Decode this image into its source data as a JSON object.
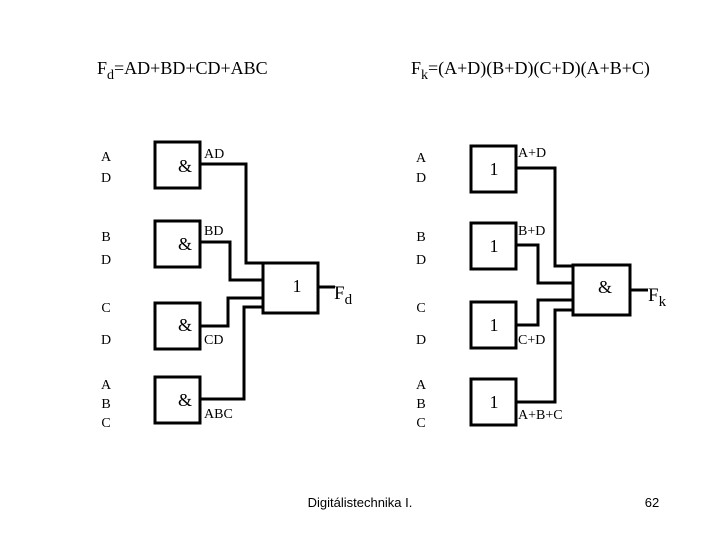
{
  "formulas": {
    "fd": {
      "main": "F",
      "sub": "d",
      "rest": "=AD+BD+CD+ABC"
    },
    "fk": {
      "main": "F",
      "sub": "k",
      "rest": "=(A+D)(B+D)(C+D)(A+B+C)"
    }
  },
  "left_circuit": {
    "gates": [
      {
        "inputs": [
          "A",
          "D"
        ],
        "symbol": "&",
        "label": "AD"
      },
      {
        "inputs": [
          "B",
          "D"
        ],
        "symbol": "&",
        "label": "BD"
      },
      {
        "inputs": [
          "C",
          "D"
        ],
        "symbol": "&",
        "label": "CD"
      },
      {
        "inputs": [
          "A",
          "B",
          "C"
        ],
        "symbol": "&",
        "label": "ABC"
      }
    ],
    "output_gate": {
      "symbol": "1"
    },
    "output": {
      "main": "F",
      "sub": "d"
    }
  },
  "right_circuit": {
    "gates": [
      {
        "inputs": [
          "A",
          "D"
        ],
        "symbol": "1",
        "label": "A+D"
      },
      {
        "inputs": [
          "B",
          "D"
        ],
        "symbol": "1",
        "label": "B+D"
      },
      {
        "inputs": [
          "C",
          "D"
        ],
        "symbol": "1",
        "label": "C+D"
      },
      {
        "inputs": [
          "A",
          "B",
          "C"
        ],
        "symbol": "1",
        "label": "A+B+C"
      }
    ],
    "output_gate": {
      "symbol": "&"
    },
    "output": {
      "main": "F",
      "sub": "k"
    }
  },
  "footer": {
    "title": "Digitálistechnika I.",
    "page": "62"
  }
}
